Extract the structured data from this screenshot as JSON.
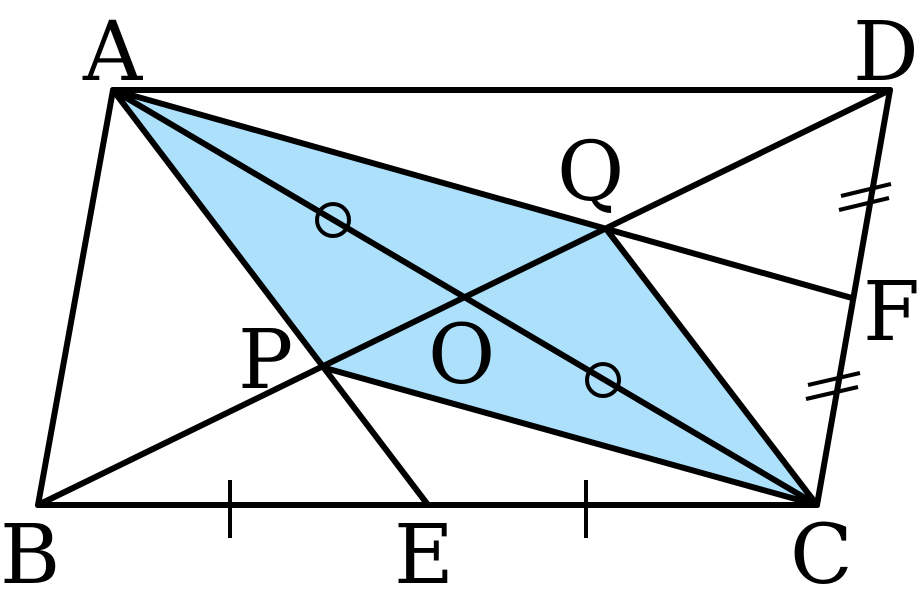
{
  "diagram": {
    "labels": {
      "A": "A",
      "B": "B",
      "C": "C",
      "D": "D",
      "E": "E",
      "F": "F",
      "O": "O",
      "P": "P",
      "Q": "Q"
    },
    "colors": {
      "shaded_fill": "#ade0fa",
      "stroke": "#000000",
      "background": "#ffffff"
    }
  }
}
